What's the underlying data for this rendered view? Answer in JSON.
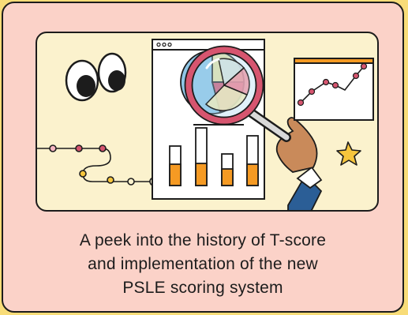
{
  "card": {
    "caption_lines": [
      "A peek into the history of T-score",
      "and implementation of the new",
      "PSLE scoring system"
    ]
  },
  "illustration": {
    "icons": [
      "eyes-icon",
      "report-document-icon",
      "magnifying-glass-icon",
      "pie-chart-icon",
      "bar-chart-icon",
      "line-chart-icon",
      "star-icon",
      "hand-icon",
      "path-dots-icon"
    ]
  },
  "colors": {
    "background": "#f8dc78",
    "card": "#fbd2c8",
    "panel": "#fbf2cd",
    "accent_orange": "#f59a23",
    "accent_pink": "#d6556f",
    "accent_blue": "#8fc6e6",
    "outline": "#1c1c1c"
  }
}
